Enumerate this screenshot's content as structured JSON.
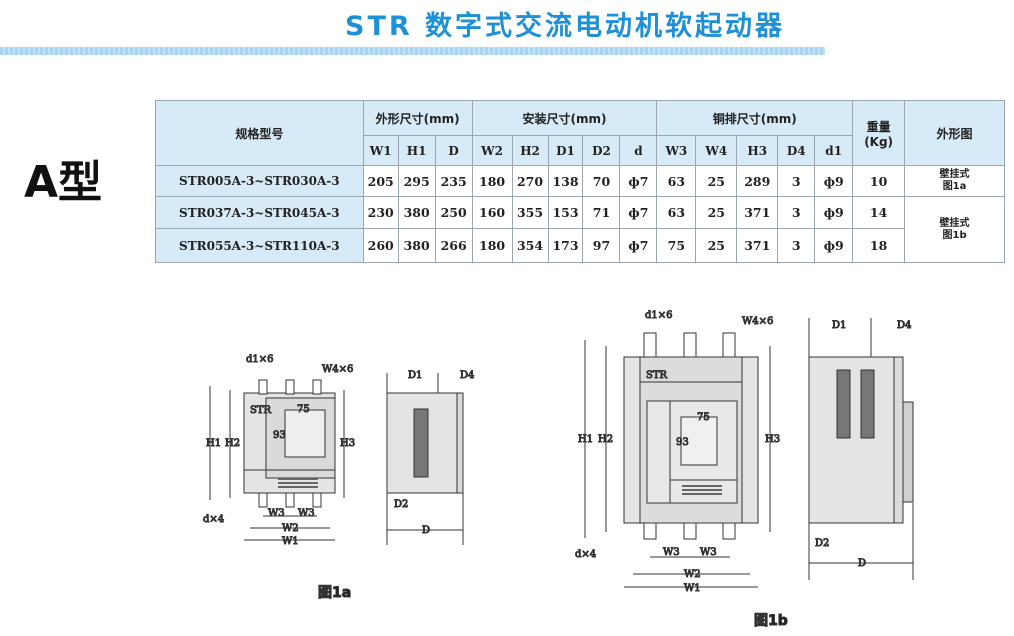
{
  "title": "STR 数字式交流电动机软起动器",
  "type_label": "A型",
  "table": {
    "model_header": "规格型号",
    "groups": [
      "外形尺寸(mm)",
      "安装尺寸(mm)",
      "铜排尺寸(mm)"
    ],
    "weight_header": "重量(Kg)",
    "figure_header": "外形图",
    "columns": [
      "W1",
      "H1",
      "D",
      "W2",
      "H2",
      "D1",
      "D2",
      "d",
      "W3",
      "W4",
      "H3",
      "D4",
      "d1"
    ],
    "rows": [
      {
        "model": "STR005A-3~STR030A-3",
        "values": [
          "205",
          "295",
          "235",
          "180",
          "270",
          "138",
          "70",
          "ф7",
          "63",
          "25",
          "289",
          "3",
          "ф9"
        ],
        "weight": "10"
      },
      {
        "model": "STR037A-3~STR045A-3",
        "values": [
          "230",
          "380",
          "250",
          "160",
          "355",
          "153",
          "71",
          "ф7",
          "63",
          "25",
          "371",
          "3",
          "ф9"
        ],
        "weight": "14"
      },
      {
        "model": "STR055A-3~STR110A-3",
        "values": [
          "260",
          "380",
          "266",
          "180",
          "354",
          "173",
          "97",
          "ф7",
          "75",
          "25",
          "371",
          "3",
          "ф9"
        ],
        "weight": "18"
      }
    ],
    "figures": [
      {
        "mount": "壁挂式",
        "fig": "图1a"
      },
      {
        "mount": "壁挂式",
        "fig": "图1b"
      }
    ]
  },
  "drawing_labels": {
    "d1x6": "d1×6",
    "w4x6": "W4×6",
    "D1": "D1",
    "D4": "D4",
    "H1": "H1",
    "H2": "H2",
    "H3": "H3",
    "w75": "75",
    "h93": "93",
    "dx4": "d×4",
    "W3": "W3",
    "W2": "W2",
    "W1": "W1",
    "D2": "D2",
    "D": "D",
    "brand": "STR"
  },
  "captions": {
    "fig1a": "图1a",
    "fig1b": "图1b"
  },
  "colors": {
    "title": "#1e90d8",
    "table_header": "#d6eaf7"
  }
}
